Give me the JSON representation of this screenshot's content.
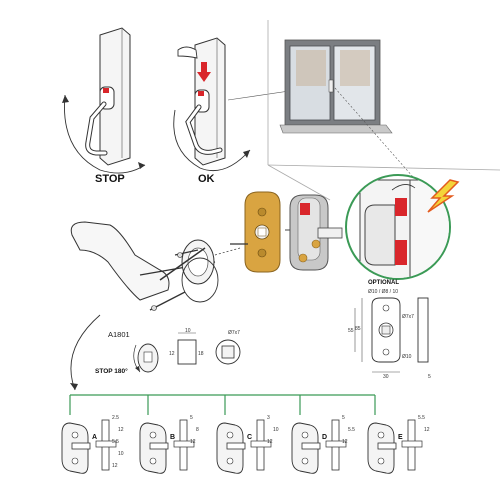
{
  "labels": {
    "stop": "STOP",
    "ok": "OK",
    "stop180": "STOP 180°",
    "model": "A1801",
    "optional": "OPTIONAL"
  },
  "dimensions": {
    "bore": "Ø10 / Ø8 / 10",
    "square": "Ø7x7",
    "d10": "10",
    "d12": "12",
    "d55": "55",
    "d85": "85",
    "d30": "30",
    "d5": "5",
    "d7x7": "Ø7x7",
    "d10b": "Ø10"
  },
  "variants": [
    {
      "id": "A",
      "dims": [
        "2.5",
        "12",
        "5.5",
        "10",
        "12"
      ]
    },
    {
      "id": "B",
      "dims": [
        "5",
        "8",
        "12"
      ]
    },
    {
      "id": "C",
      "dims": [
        "3",
        "10",
        "12"
      ]
    },
    {
      "id": "D",
      "dims": [
        "5",
        "5.5",
        "12"
      ]
    },
    {
      "id": "E",
      "dims": [
        "5.5",
        "12"
      ]
    }
  ],
  "colors": {
    "accent_red": "#d9262b",
    "bronze": "#d9a441",
    "line": "#333333",
    "tree_green": "#3b9a56",
    "highlight_yellow": "#f4d43a",
    "arrow_orange": "#e35b1e"
  }
}
